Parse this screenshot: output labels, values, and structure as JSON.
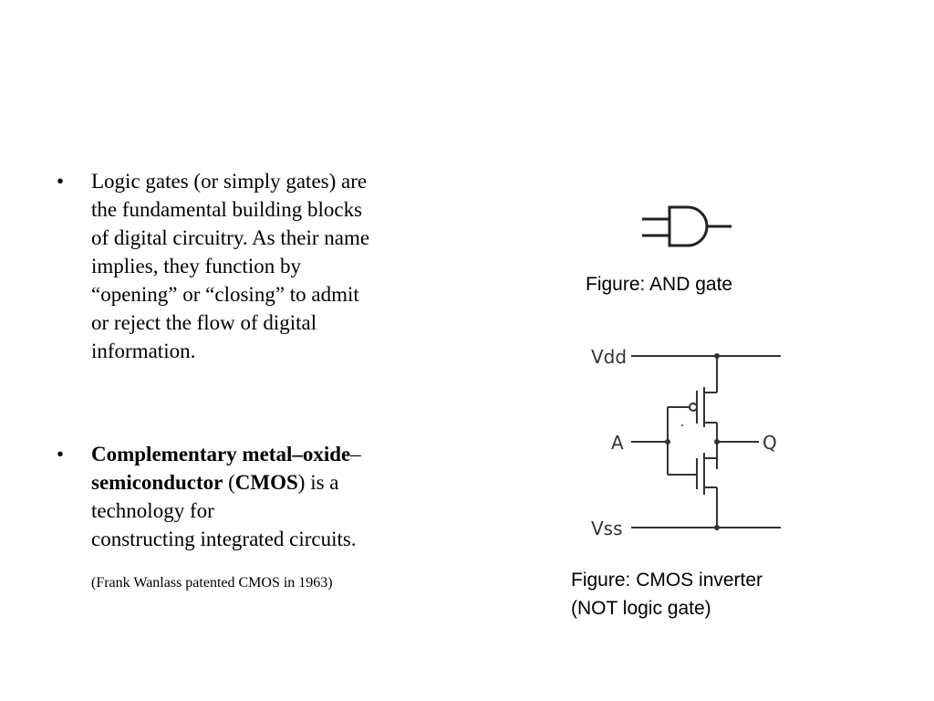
{
  "bullets": [
    {
      "marker": "•",
      "lines": [
        "Logic gates (or simply gates) are",
        "the fundamental building blocks",
        "of digital circuitry. As their name",
        "implies, they function by",
        "“opening” or “closing” to admit",
        "or reject the flow of digital",
        "information."
      ]
    },
    {
      "marker": "•",
      "bold1": "Complementary metal–oxide",
      "dash": "–",
      "bold2": "semiconductor",
      "open": " (",
      "bold3": "CMOS",
      "rest1": ") is a",
      "line3": "technology for",
      "line4": "constructing integrated circuits."
    }
  ],
  "note": "(Frank Wanlass patented CMOS in 1963)",
  "figures": {
    "and_gate_caption": "Figure: AND gate",
    "cmos_caption_line1": "Figure: CMOS inverter",
    "cmos_caption_line2": "(NOT logic gate)",
    "labels": {
      "vdd": "Vdd",
      "vss": "Vss",
      "input": "A",
      "output": "Q"
    }
  },
  "colors": {
    "wire": "#333333",
    "text": "#000000"
  }
}
